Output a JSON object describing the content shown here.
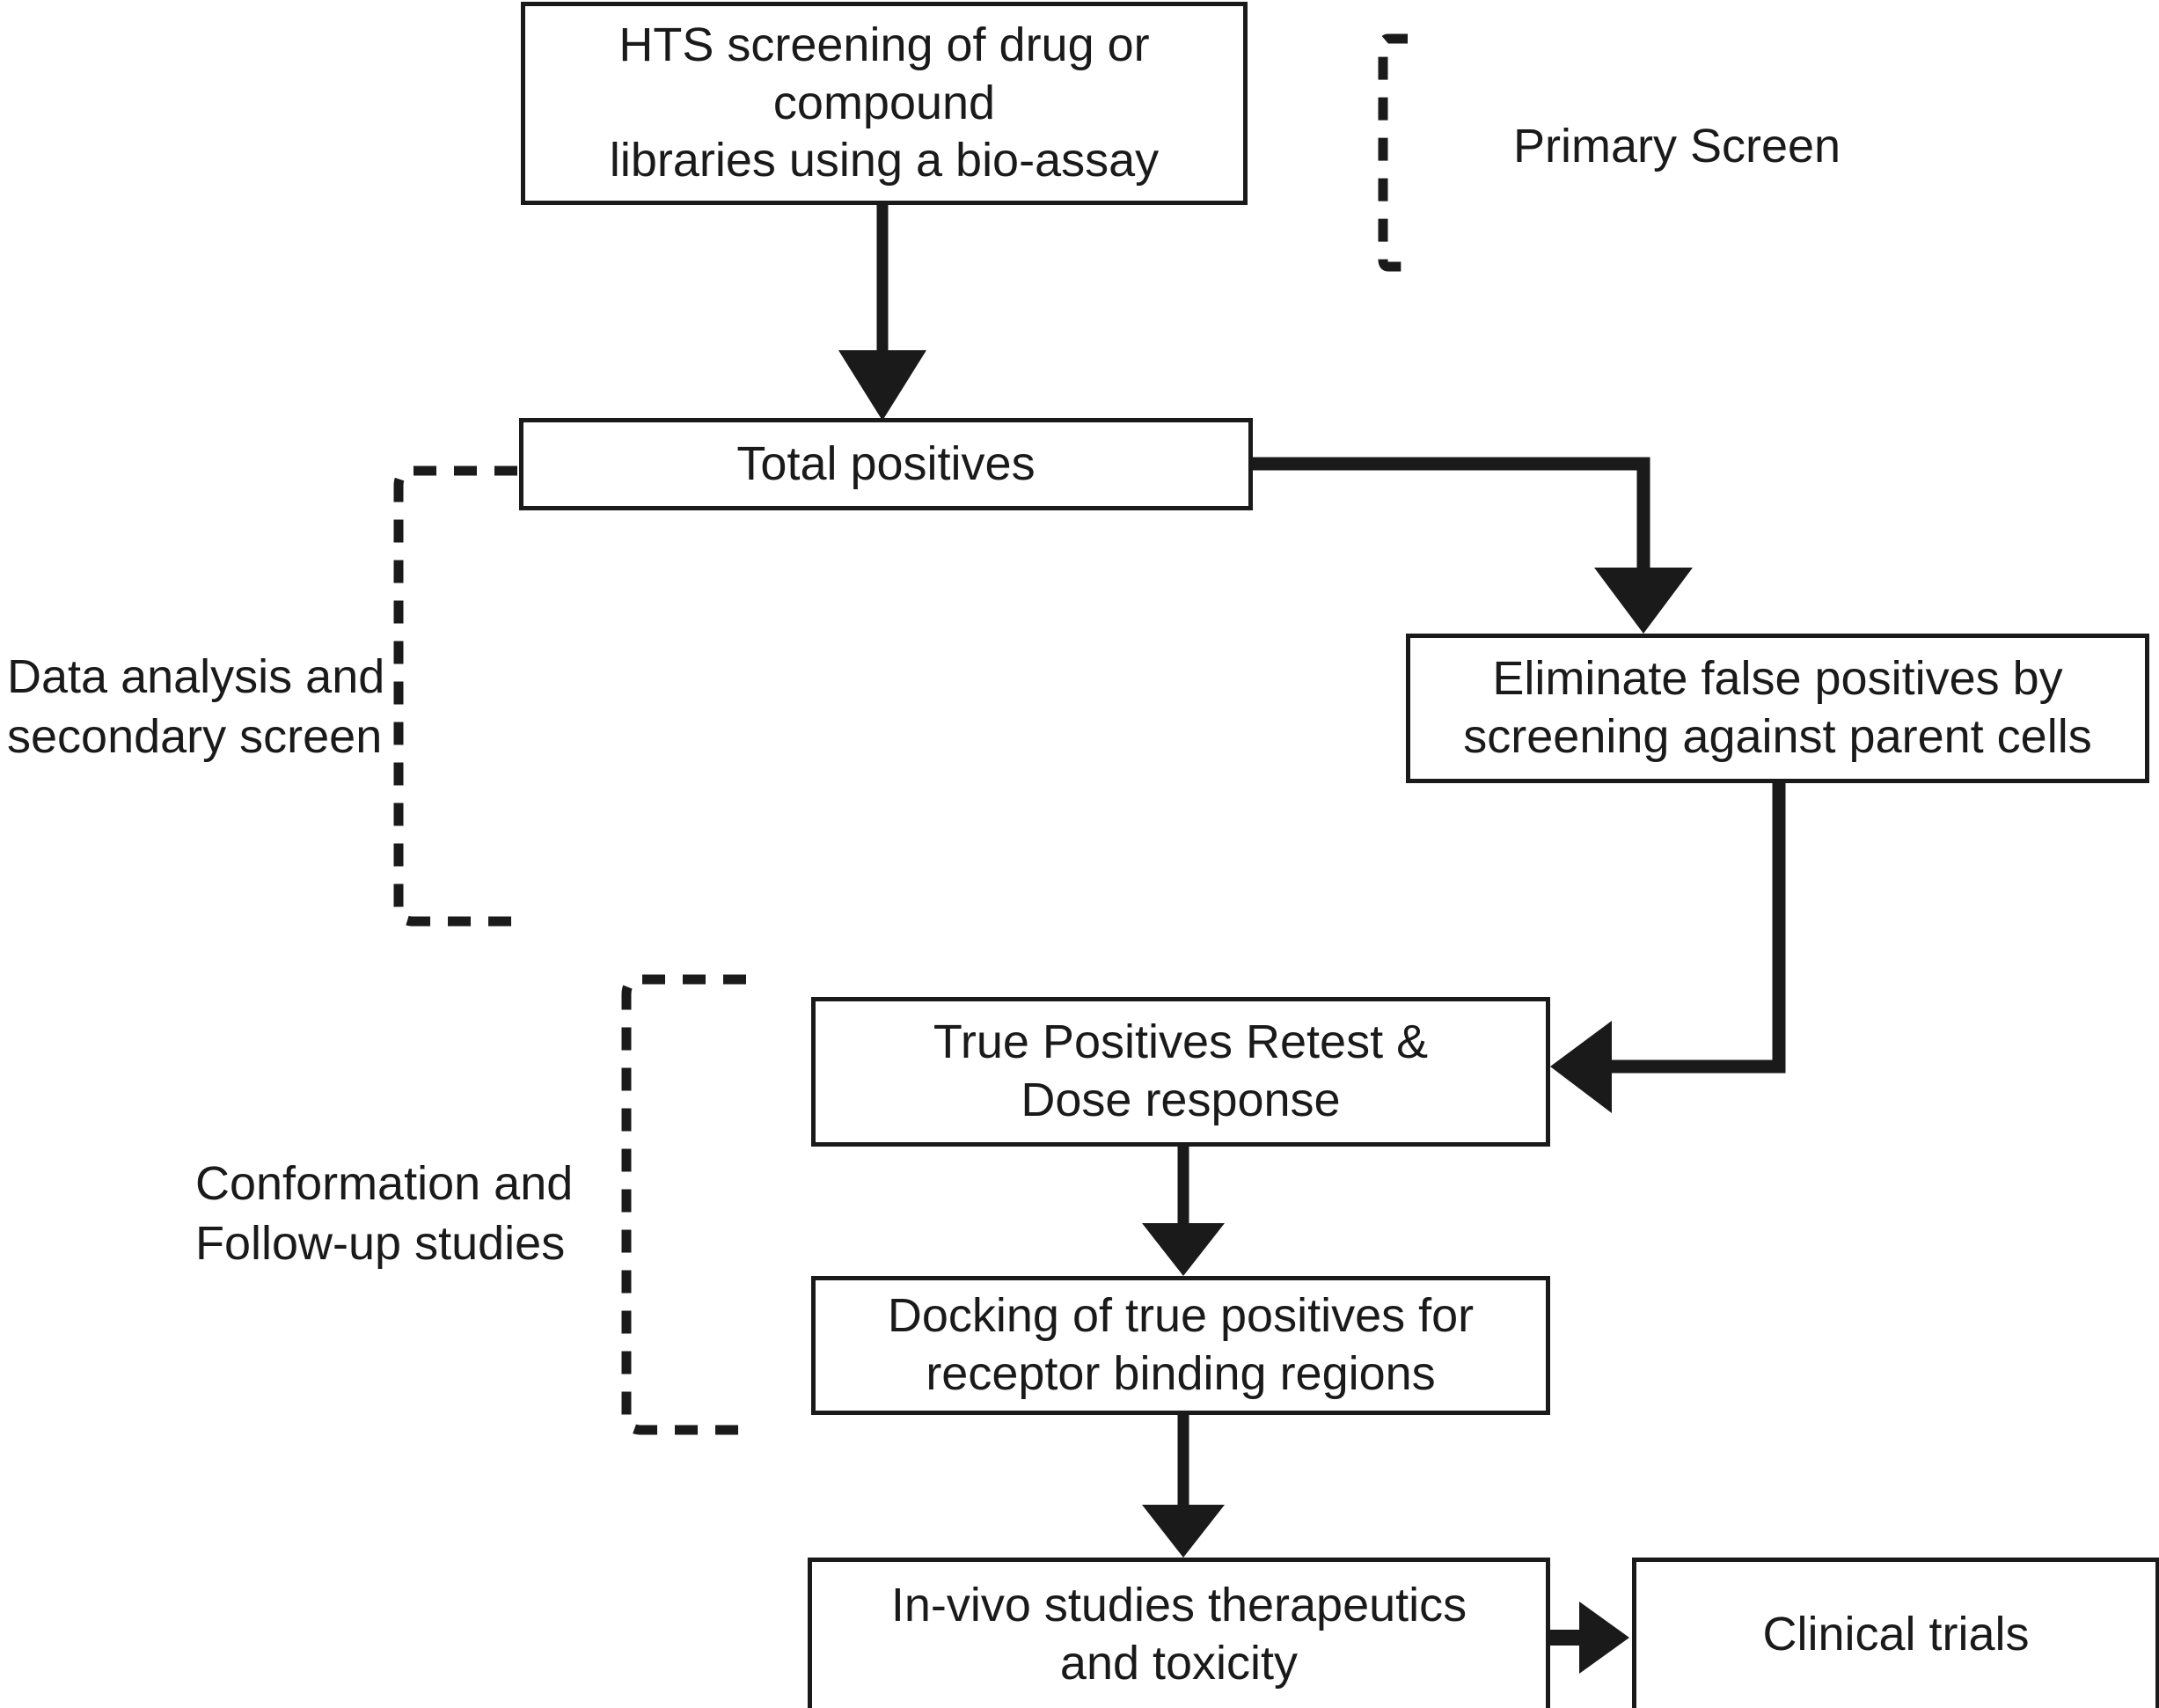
{
  "diagram": {
    "title": "HTS drug discovery screening workflow",
    "stroke_color": "#1a1a1a",
    "background_color": "#ffffff",
    "nodes": [
      {
        "id": "hts-screening",
        "label": "HTS screening of drug or compound\nlibraries using a bio-assay"
      },
      {
        "id": "total-positives",
        "label": "Total positives"
      },
      {
        "id": "eliminate-false-positives",
        "label": "Eliminate false positives by\nscreening against parent cells"
      },
      {
        "id": "true-positives-retest",
        "label": "True Positives Retest &\nDose response"
      },
      {
        "id": "docking-true-positives",
        "label": "Docking  of  true positives for\nreceptor  binding regions"
      },
      {
        "id": "in-vivo-studies",
        "label": "In-vivo studies therapeutics\nand toxicity"
      },
      {
        "id": "clinical-trials",
        "label": "Clinical trials"
      }
    ],
    "annotations": [
      {
        "id": "primary-screen",
        "label": "Primary Screen"
      },
      {
        "id": "data-analysis",
        "label": "Data analysis and\nsecondary screen"
      },
      {
        "id": "conformation-followup",
        "label": "Conformation and\nFollow-up studies"
      }
    ],
    "edges": [
      {
        "from": "hts-screening",
        "to": "total-positives",
        "style": "solid-arrow-down"
      },
      {
        "from": "total-positives",
        "to": "eliminate-false-positives",
        "style": "solid-arrow-right-down"
      },
      {
        "from": "eliminate-false-positives",
        "to": "true-positives-retest",
        "style": "solid-arrow-down-left"
      },
      {
        "from": "true-positives-retest",
        "to": "docking-true-positives",
        "style": "solid-arrow-down"
      },
      {
        "from": "docking-true-positives",
        "to": "in-vivo-studies",
        "style": "solid-arrow-down"
      },
      {
        "from": "in-vivo-studies",
        "to": "clinical-trials",
        "style": "solid-arrow-right"
      }
    ]
  }
}
